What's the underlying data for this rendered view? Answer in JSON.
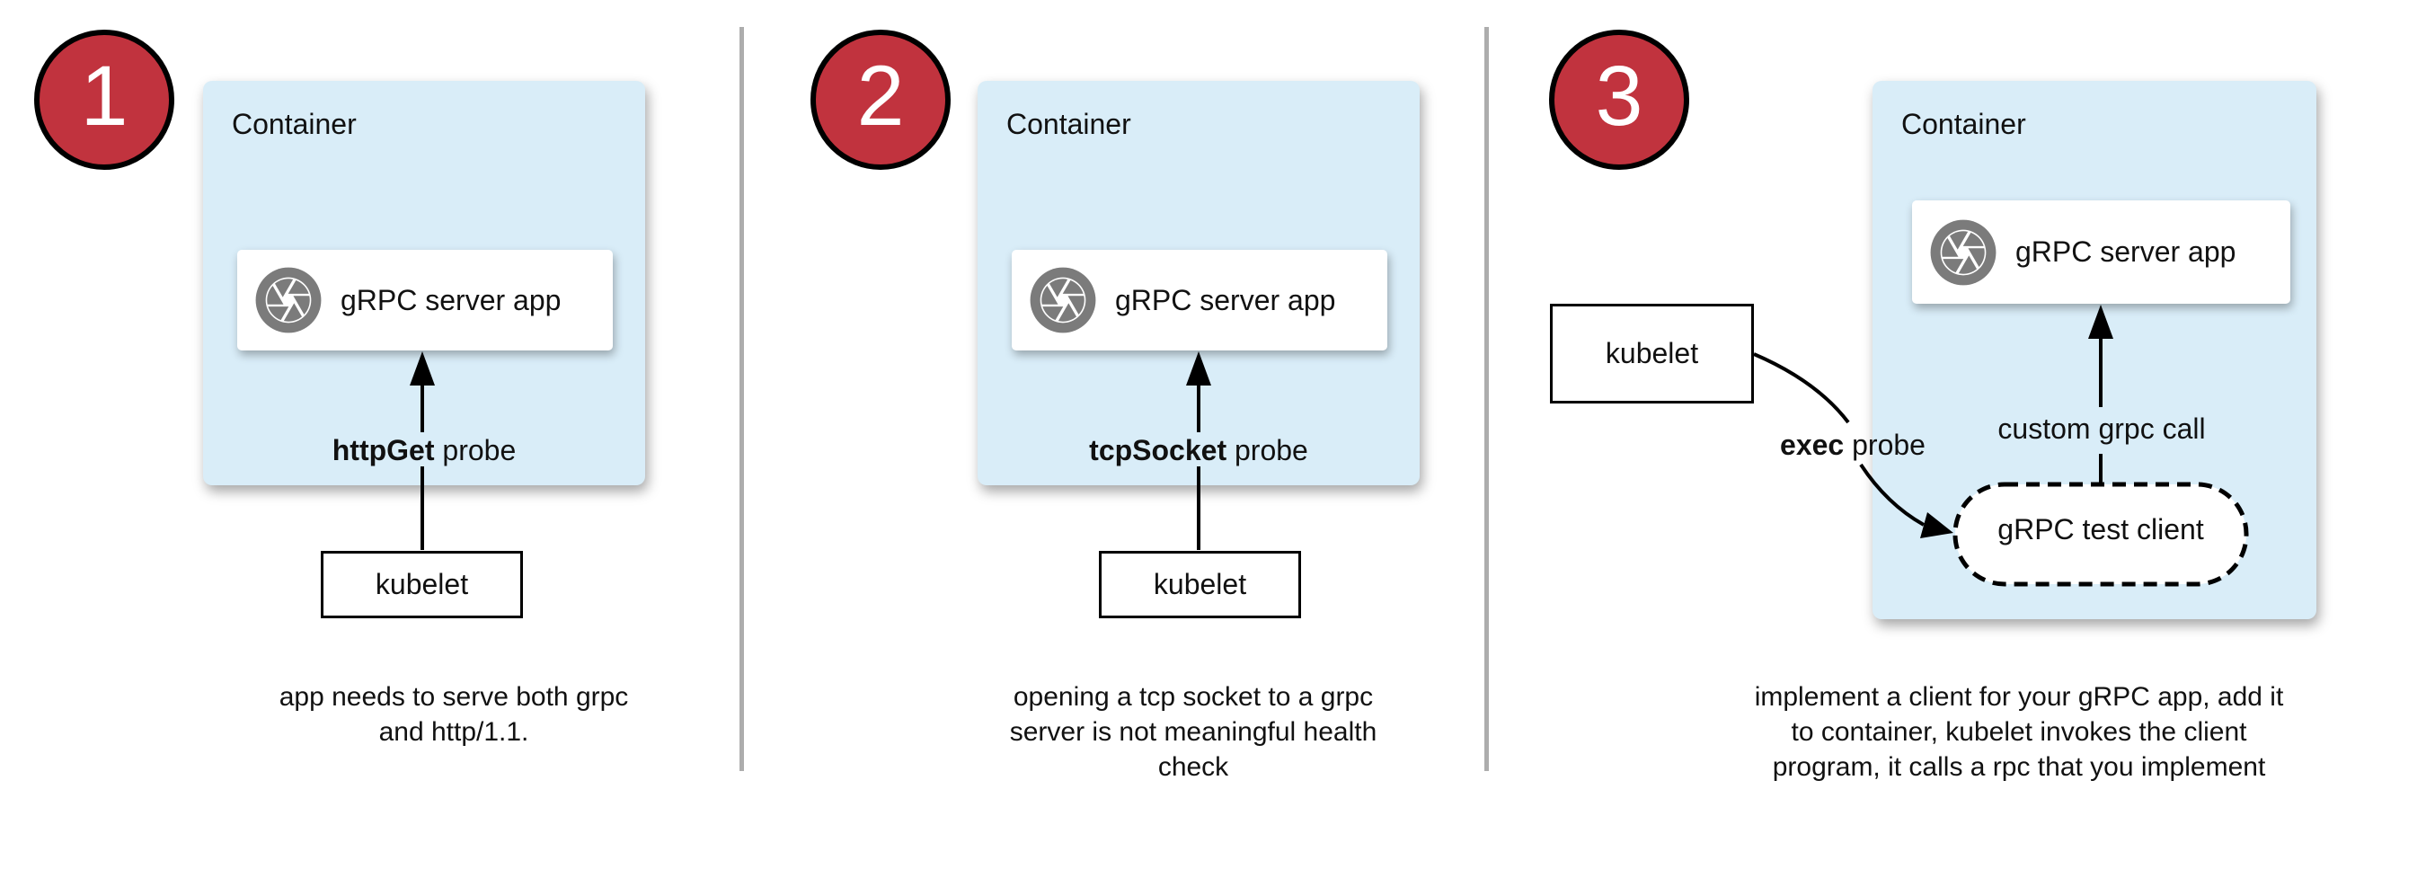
{
  "panels": [
    {
      "number": "1",
      "container_label": "Container",
      "app_label": "gRPC server app",
      "probe_bold": "httpGet",
      "probe_rest": " probe",
      "kubelet_label": "kubelet",
      "caption_lines": [
        "app needs to serve both grpc",
        "and http/1.1."
      ]
    },
    {
      "number": "2",
      "container_label": "Container",
      "app_label": "gRPC server app",
      "probe_bold": "tcpSocket",
      "probe_rest": " probe",
      "kubelet_label": "kubelet",
      "caption_lines": [
        "opening a tcp socket to a grpc",
        "server is not meaningful health",
        "check"
      ]
    },
    {
      "number": "3",
      "container_label": "Container",
      "app_label": "gRPC server app",
      "probe_bold": "exec",
      "probe_rest": " probe",
      "kubelet_label": "kubelet",
      "custom_call_label": "custom grpc call",
      "test_client_label": "gRPC test client",
      "caption_lines": [
        "implement a client for your gRPC app, add it",
        "to container, kubelet invokes the client",
        "program, it calls a rpc that you implement"
      ]
    }
  ],
  "icons": {
    "app_icon": "aperture-icon"
  },
  "colors": {
    "container_fill": "#d9edf8",
    "badge_fill": "#c1333e",
    "badge_border": "#000000",
    "icon_gray": "#7b7b7b",
    "divider": "#adadad",
    "arrow": "#000000",
    "text": "#111111",
    "box_white": "#ffffff"
  }
}
